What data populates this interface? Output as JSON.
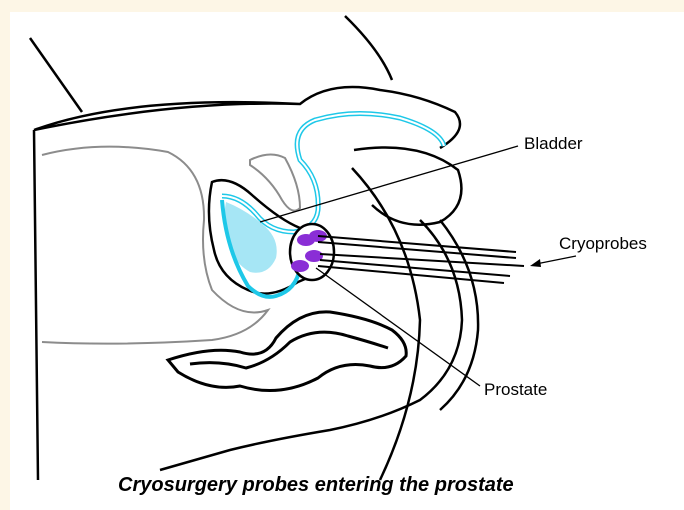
{
  "labels": {
    "bladder": "Bladder",
    "cryoprobes": "Cryoprobes",
    "prostate": "Prostate"
  },
  "caption": "Cryosurgery probes entering the prostate",
  "colors": {
    "background": "#fdf6e6",
    "panel": "#ffffff",
    "outline": "#000000",
    "bladder_wall": "#1ec8e8",
    "bladder_fill": "#a6e6f5",
    "prostate_probe_tips": "#8a2ed6",
    "rectum_gray": "#8c8c8c"
  }
}
